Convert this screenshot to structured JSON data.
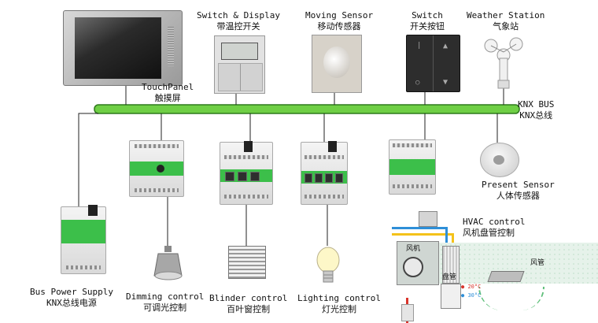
{
  "bus": {
    "label_en": "KNX BUS",
    "label_cn": "KNX总线"
  },
  "devices": {
    "touch_panel": {
      "label_en": "TouchPanel",
      "label_cn": "触摸屏"
    },
    "switch_display": {
      "label_en": "Switch & Display",
      "label_cn": "带温控开关"
    },
    "moving_sensor": {
      "label_en": "Moving Sensor",
      "label_cn": "移动传感器"
    },
    "switch": {
      "label_en": "Switch",
      "label_cn": "开关按钮"
    },
    "weather_station": {
      "label_en": "Weather Station",
      "label_cn": "气象站"
    },
    "present_sensor": {
      "label_en": "Present Sensor",
      "label_cn": "人体传感器"
    },
    "bus_power": {
      "label_en": "Bus Power Supply",
      "label_cn": "KNX总线电源"
    },
    "dimming": {
      "label_en": "Dimming control",
      "label_cn": "可调光控制"
    },
    "blinder": {
      "label_en": "Blinder control",
      "label_cn": "百叶窗控制"
    },
    "lighting": {
      "label_en": "Lighting control",
      "label_cn": "灯光控制"
    },
    "hvac": {
      "label_en": "HVAC control",
      "label_cn": "风机盘管控制"
    }
  },
  "hvac_diagram": {
    "fan_label": "风机",
    "coil_label": "盘管",
    "duct_label": "风管",
    "temp_a": "20°C",
    "temp_b": "30°C"
  },
  "colors": {
    "bus": "#6fcf45",
    "module_green": "#3cbf4a",
    "pipe_yellow": "#f4c21a",
    "pipe_blue": "#2e8fd8",
    "pipe_red": "#d9342b"
  }
}
